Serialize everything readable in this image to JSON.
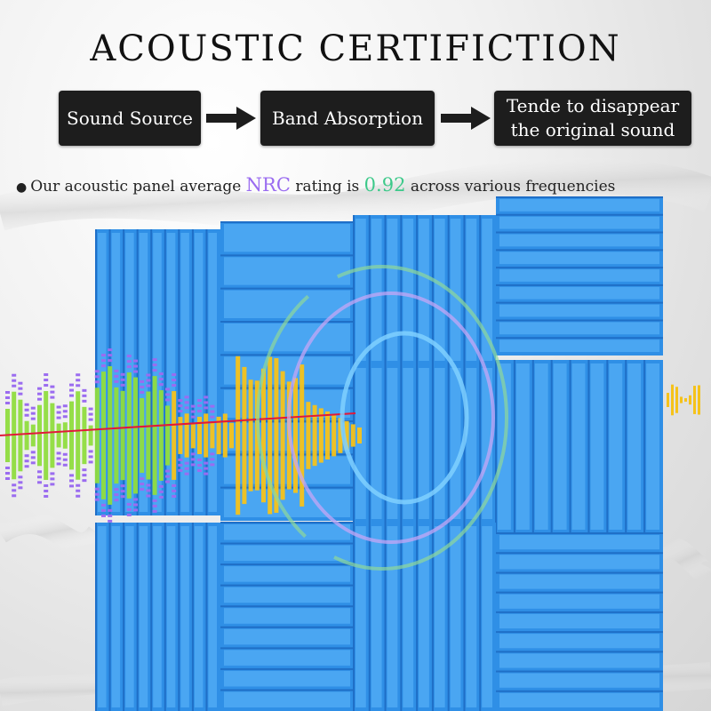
{
  "title": "ACOUSTIC CERTIFICTION",
  "flow": {
    "step1": "Sound Source",
    "step2": "Band Absorption",
    "step3_line1": "Tende to disappear",
    "step3_line2": "the original sound"
  },
  "nrc_line": {
    "prefix": "Our acoustic panel average ",
    "nrc_label": "NRC",
    "middle": " rating is ",
    "value": "0.92",
    "suffix": " across various frequencies"
  },
  "colors": {
    "panel": "#2f8fe6",
    "panel_light": "#4aa6f2",
    "panel_dark": "#1f6fc7",
    "nrc": "#9a6cf0",
    "value": "#3dc98a",
    "wave_green": "#8fdc3e",
    "wave_yellow": "#f5c21a",
    "wave_purple": "#9b6cf0",
    "center_line": "#e2193a"
  },
  "icons": [
    "arrow-right-icon",
    "arrow-right-icon",
    "bullet-icon",
    "sound-wave-rings-icon"
  ]
}
